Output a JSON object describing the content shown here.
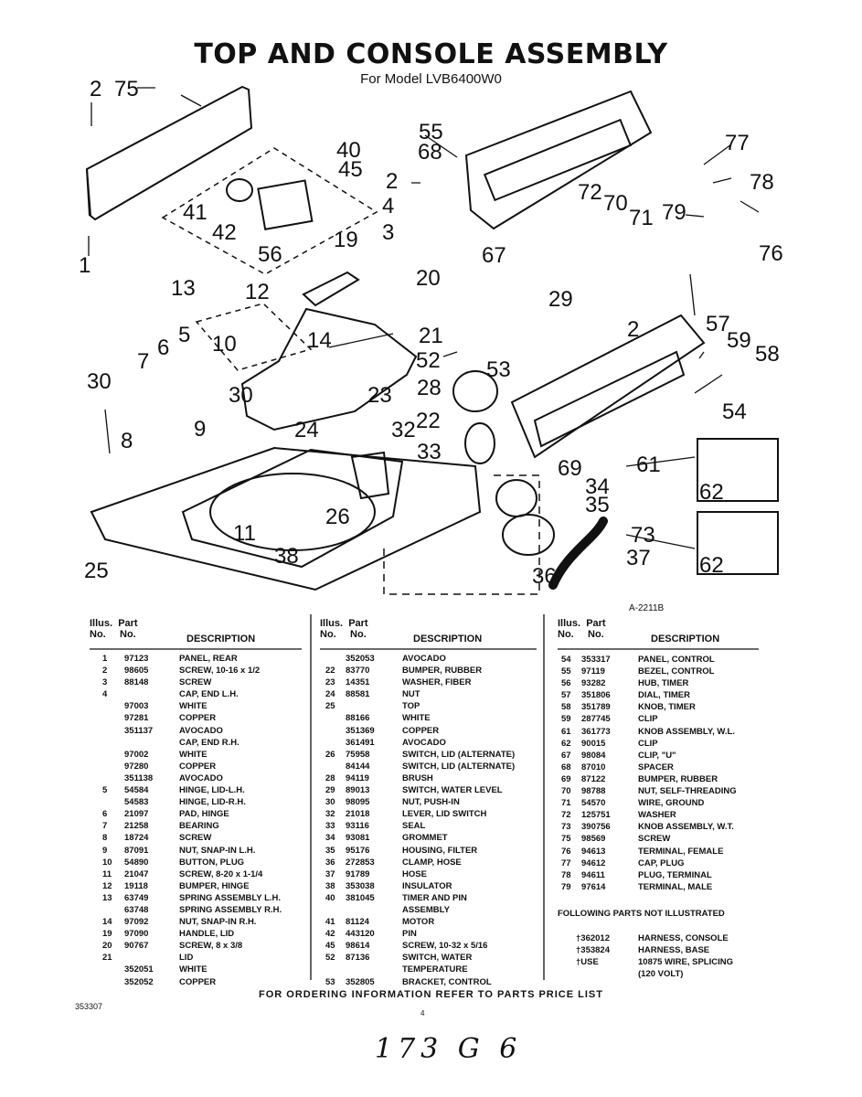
{
  "title": "TOP AND CONSOLE ASSEMBLY",
  "subtitle": "For Model LVB6400W0",
  "drawing_number": "A-2211B",
  "callouts": [
    "1",
    "2",
    "3",
    "4",
    "5",
    "6",
    "7",
    "8",
    "9",
    "10",
    "11",
    "12",
    "13",
    "14",
    "19",
    "20",
    "21",
    "22",
    "23",
    "24",
    "25",
    "26",
    "28",
    "29",
    "30",
    "32",
    "33",
    "34",
    "35",
    "36",
    "37",
    "38",
    "40",
    "41",
    "42",
    "45",
    "52",
    "53",
    "54",
    "55",
    "56",
    "57",
    "58",
    "59",
    "61",
    "62",
    "67",
    "68",
    "69",
    "70",
    "71",
    "72",
    "73",
    "75",
    "76",
    "77",
    "78",
    "79"
  ],
  "table": {
    "header_illus": "Illus.",
    "header_part": "Part",
    "header_no": "No.",
    "header_desc": "DESCRIPTION",
    "col1": [
      [
        "1",
        "97123",
        "PANEL, REAR"
      ],
      [
        "2",
        "98605",
        "SCREW, 10-16 x 1/2"
      ],
      [
        "3",
        "88148",
        "SCREW"
      ],
      [
        "4",
        "",
        "CAP, END L.H."
      ],
      [
        "",
        "97003",
        "WHITE"
      ],
      [
        "",
        "97281",
        "COPPER"
      ],
      [
        "",
        "351137",
        "AVOCADO"
      ],
      [
        "",
        "",
        "CAP, END R.H."
      ],
      [
        "",
        "97002",
        "WHITE"
      ],
      [
        "",
        "97280",
        "COPPER"
      ],
      [
        "",
        "351138",
        "AVOCADO"
      ],
      [
        "5",
        "54584",
        "HINGE, LID-L.H."
      ],
      [
        "",
        "54583",
        "HINGE, LID-R.H."
      ],
      [
        "6",
        "21097",
        "PAD, HINGE"
      ],
      [
        "7",
        "21258",
        "BEARING"
      ],
      [
        "8",
        "18724",
        "SCREW"
      ],
      [
        "9",
        "87091",
        "NUT, SNAP-IN L.H."
      ],
      [
        "10",
        "54890",
        "BUTTON, PLUG"
      ],
      [
        "11",
        "21047",
        "SCREW, 8-20 x 1-1/4"
      ],
      [
        "12",
        "19118",
        "BUMPER, HINGE"
      ],
      [
        "13",
        "63749",
        "SPRING ASSEMBLY L.H."
      ],
      [
        "",
        "63748",
        "SPRING ASSEMBLY R.H."
      ],
      [
        "14",
        "97092",
        "NUT, SNAP-IN R.H."
      ],
      [
        "19",
        "97090",
        "HANDLE, LID"
      ],
      [
        "20",
        "90767",
        "SCREW, 8 x 3/8"
      ],
      [
        "21",
        "",
        "LID"
      ],
      [
        "",
        "352051",
        "WHITE"
      ],
      [
        "",
        "352052",
        "COPPER"
      ]
    ],
    "col2": [
      [
        "",
        "352053",
        "AVOCADO"
      ],
      [
        "22",
        "83770",
        "BUMPER, RUBBER"
      ],
      [
        "23",
        "14351",
        "WASHER, FIBER"
      ],
      [
        "24",
        "88581",
        "NUT"
      ],
      [
        "25",
        "",
        "TOP"
      ],
      [
        "",
        "88166",
        "WHITE"
      ],
      [
        "",
        "351369",
        "COPPER"
      ],
      [
        "",
        "361491",
        "AVOCADO"
      ],
      [
        "26",
        "75958",
        "SWITCH, LID (ALTERNATE)"
      ],
      [
        "",
        "84144",
        "SWITCH, LID (ALTERNATE)"
      ],
      [
        "28",
        "94119",
        "BRUSH"
      ],
      [
        "29",
        "89013",
        "SWITCH, WATER LEVEL"
      ],
      [
        "30",
        "98095",
        "NUT, PUSH-IN"
      ],
      [
        "32",
        "21018",
        "LEVER, LID SWITCH"
      ],
      [
        "33",
        "93116",
        "SEAL"
      ],
      [
        "34",
        "93081",
        "GROMMET"
      ],
      [
        "35",
        "95176",
        "HOUSING, FILTER"
      ],
      [
        "36",
        "272853",
        "CLAMP, HOSE"
      ],
      [
        "37",
        "91789",
        "HOSE"
      ],
      [
        "38",
        "353038",
        "INSULATOR"
      ],
      [
        "40",
        "381045",
        "TIMER AND PIN"
      ],
      [
        "",
        "",
        "ASSEMBLY"
      ],
      [
        "41",
        "81124",
        "MOTOR"
      ],
      [
        "42",
        "443120",
        "PIN"
      ],
      [
        "45",
        "98614",
        "SCREW, 10-32 x 5/16"
      ],
      [
        "52",
        "87136",
        "SWITCH, WATER"
      ],
      [
        "",
        "",
        "TEMPERATURE"
      ],
      [
        "53",
        "352805",
        "BRACKET, CONTROL"
      ]
    ],
    "col3": [
      [
        "54",
        "353317",
        "PANEL, CONTROL"
      ],
      [
        "55",
        "97119",
        "BEZEL, CONTROL"
      ],
      [
        "56",
        "93282",
        "HUB, TIMER"
      ],
      [
        "57",
        "351806",
        "DIAL, TIMER"
      ],
      [
        "58",
        "351789",
        "KNOB, TIMER"
      ],
      [
        "59",
        "287745",
        "CLIP"
      ],
      [
        "61",
        "361773",
        "KNOB ASSEMBLY, W.L."
      ],
      [
        "62",
        "90015",
        "CLIP"
      ],
      [
        "67",
        "98084",
        "CLIP, \"U\""
      ],
      [
        "68",
        "87010",
        "SPACER"
      ],
      [
        "69",
        "87122",
        "BUMPER, RUBBER"
      ],
      [
        "70",
        "98788",
        "NUT, SELF-THREADING"
      ],
      [
        "71",
        "54570",
        "WIRE, GROUND"
      ],
      [
        "72",
        "125751",
        "WASHER"
      ],
      [
        "73",
        "390756",
        "KNOB ASSEMBLY, W.T."
      ],
      [
        "75",
        "98569",
        "SCREW"
      ],
      [
        "76",
        "94613",
        "TERMINAL, FEMALE"
      ],
      [
        "77",
        "94612",
        "CAP, PLUG"
      ],
      [
        "78",
        "94611",
        "PLUG, TERMINAL"
      ],
      [
        "79",
        "97614",
        "TERMINAL, MALE"
      ]
    ],
    "not_illustrated_heading": "FOLLOWING PARTS NOT ILLUSTRATED",
    "not_illustrated": [
      [
        "†362012",
        "HARNESS, CONSOLE"
      ],
      [
        "†353824",
        "HARNESS, BASE"
      ],
      [
        "†USE",
        "10875 WIRE, SPLICING"
      ],
      [
        "",
        "(120 VOLT)"
      ]
    ]
  },
  "footer": "FOR ORDERING INFORMATION REFER TO PARTS PRICE LIST",
  "doc_code": "353307",
  "page_number": "4",
  "handwritten": "173 G 6"
}
